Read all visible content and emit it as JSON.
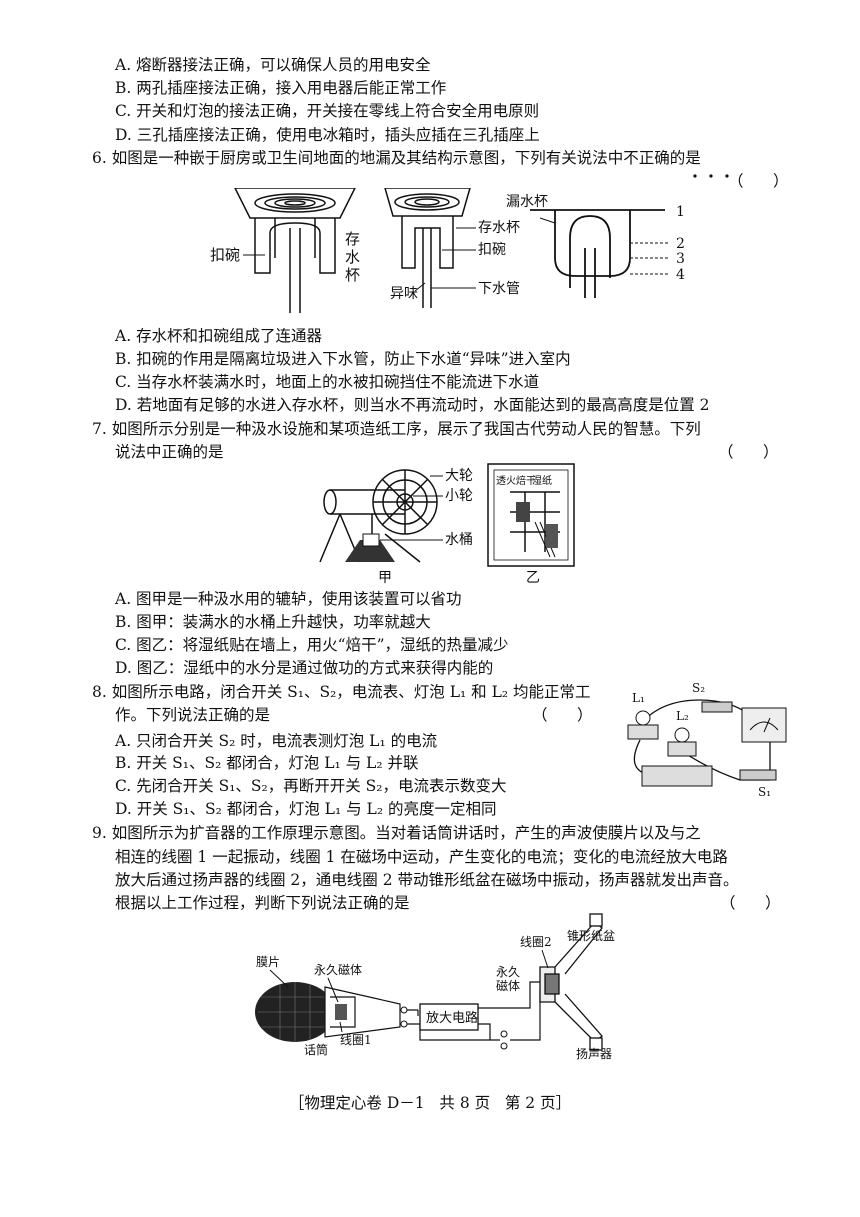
{
  "q5": {
    "options": [
      "A. 熔断器接法正确，可以确保人员的用电安全",
      "B. 两孔插座接法正确，接入用电器后能正常工作",
      "C. 开关和灯泡的接法正确，开关接在零线上符合安全用电原则",
      "D. 三孔插座接法正确，使用电冰箱时，插头应插在三孔插座上"
    ]
  },
  "q6": {
    "stem": "6. 如图是一种嵌于厨房或卫生间地面的地漏及其结构示意图，下列有关说法中不正确的是",
    "bracket": "（      ）",
    "figure": {
      "left_labels": [
        "扣碗",
        "存",
        "水",
        "杯"
      ],
      "mid_labels": [
        "异味",
        "存水杯",
        "扣碗",
        "下水管",
        "漏水杯"
      ],
      "right_numbers": [
        "1",
        "2",
        "3",
        "4"
      ]
    },
    "options": [
      "A. 存水杯和扣碗组成了连通器",
      "B. 扣碗的作用是隔离垃圾进入下水管，防止下水道“异味”进入室内",
      "C. 当存水杯装满水时，地面上的水被扣碗挡住不能流进下水道",
      "D. 若地面有足够的水进入存水杯，则当水不再流动时，水面能达到的最高高度是位置 2"
    ]
  },
  "q7": {
    "stem1": "7. 如图所示分别是一种汲水设施和某项造纸工序，展示了我国古代劳动人民的智慧。下列",
    "stem2": "说法中正确的是",
    "bracket": "（      ）",
    "figure": {
      "labels": [
        "大轮",
        "小轮",
        "水桶",
        "甲",
        "乙",
        "透火焙干",
        "湿纸"
      ]
    },
    "options": [
      "A. 图甲是一种汲水用的辘轳，使用该装置可以省功",
      "B. 图甲：装满水的水桶上升越快，功率就越大",
      "C. 图乙：将湿纸贴在墙上，用火“焙干”，湿纸的热量减少",
      "D. 图乙：湿纸中的水分是通过做功的方式来获得内能的"
    ]
  },
  "q8": {
    "stem1": "8. 如图所示电路，闭合开关 S₁、S₂，电流表、灯泡 L₁ 和 L₂ 均能正常工",
    "stem2": "作。下列说法正确的是",
    "bracket": "（      ）",
    "figure": {
      "labels": [
        "L₁",
        "S₂",
        "L₂",
        "S₁"
      ]
    },
    "options": [
      "A. 只闭合开关 S₂ 时，电流表测灯泡 L₁ 的电流",
      "B. 开关 S₁、S₂ 都闭合，灯泡 L₁ 与 L₂ 并联",
      "C. 先闭合开关 S₁、S₂，再断开开关 S₂，电流表示数变大",
      "D. 开关 S₁、S₂ 都闭合，灯泡 L₁ 与 L₂ 的亮度一定相同"
    ]
  },
  "q9": {
    "lines": [
      "9. 如图所示为扩音器的工作原理示意图。当对着话筒讲话时，产生的声波使膜片以及与之",
      "相连的线圈 1 一起振动，线圈 1 在磁场中运动，产生变化的电流；变化的电流经放大电路",
      "放大后通过扬声器的线圈 2，通电线圈 2 带动锥形纸盆在磁场中振动，扬声器就发出声音。",
      "根据以上工作过程，判断下列说法正确的是"
    ],
    "bracket": "（      ）",
    "figure": {
      "labels": [
        "膜片",
        "永久磁体",
        "线圈1",
        "话筒",
        "放大电路",
        "线圈2",
        "锥形纸盆",
        "永久",
        "磁体",
        "扬声器"
      ]
    }
  },
  "footer": "［物理定心卷 D－1   共 8 页   第 2 页］"
}
